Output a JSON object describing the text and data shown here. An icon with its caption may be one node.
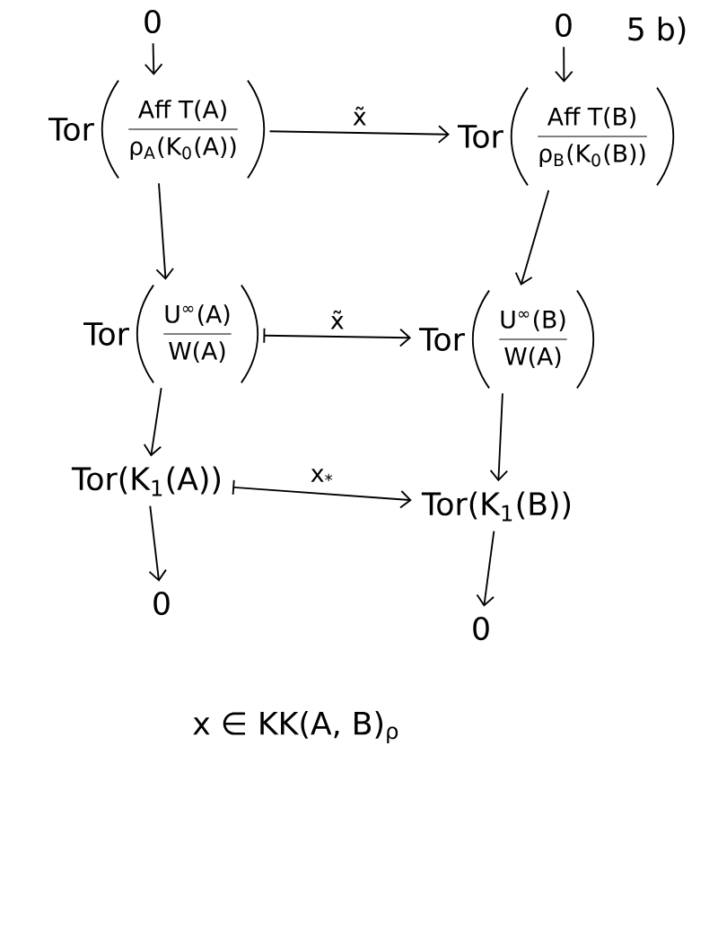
{
  "diagram": {
    "nodes": [
      {
        "text": [
          "0"
        ]
      },
      {
        "text": [
          "0"
        ]
      },
      {
        "text": [
          "Tor",
          "Aff T(A)",
          "ρ$_{A}$(K$_{0}$(A))"
        ]
      },
      {
        "text": [
          "Tor",
          "Aff T(B)",
          "ρ$_{B}$(K$_{0}$(B))"
        ]
      },
      {
        "text": [
          "Tor",
          "U$^{∞}$(A)",
          "W(A)"
        ]
      },
      {
        "text": [
          "Tor",
          "U$^{∞}$(B)",
          "W(A)"
        ]
      },
      {
        "text": [
          "Tor(K$_{1}$(A))"
        ]
      },
      {
        "text": [
          "Tor(K$_{1}$(B))"
        ]
      },
      {
        "text": [
          "0"
        ]
      },
      {
        "text": [
          "0"
        ]
      }
    ],
    "edges": [
      {
        "from": 0,
        "to": 2,
        "arrow": "to"
      },
      {
        "from": 1,
        "to": 3,
        "arrow": "to"
      },
      {
        "from": 2,
        "to": 3,
        "arrow": "to",
        "label": "x̃"
      },
      {
        "from": 2,
        "to": 4,
        "arrow": "to"
      },
      {
        "from": 3,
        "to": 5,
        "arrow": "to"
      },
      {
        "from": 4,
        "to": 5,
        "arrow": "to",
        "label": "x̃"
      },
      {
        "from": 4,
        "to": 6,
        "arrow": "to"
      },
      {
        "from": 5,
        "to": 7,
        "arrow": "to"
      },
      {
        "from": 6,
        "to": 7,
        "arrow": "to",
        "label": "x$_{*}$"
      },
      {
        "from": 6,
        "to": 8,
        "arrow": "to"
      },
      {
        "from": 7,
        "to": 9,
        "arrow": "to"
      }
    ],
    "labels": [
      "5 b)",
      "x ∈ KK(A, B)$_{ρ}$"
    ]
  }
}
